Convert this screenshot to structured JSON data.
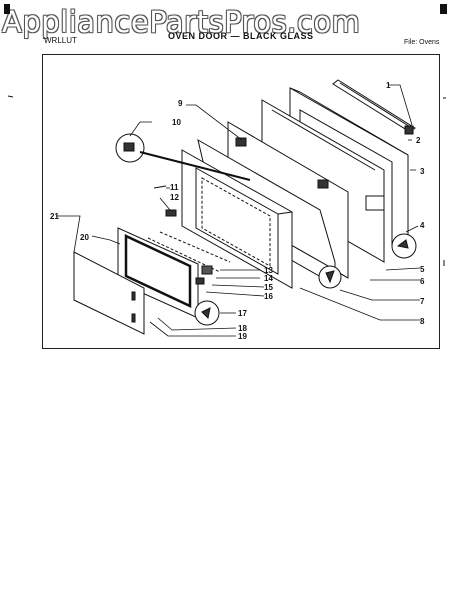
{
  "watermark": "AppliancePartsPros.com",
  "header": {
    "left": "WRLLUT",
    "center": "OVEN DOOR — BLACK GLASS",
    "right": "File: Ovens"
  },
  "parts": [
    {
      "n": "1"
    },
    {
      "n": "2"
    },
    {
      "n": "3"
    },
    {
      "n": "4"
    },
    {
      "n": "5"
    },
    {
      "n": "6"
    },
    {
      "n": "7"
    },
    {
      "n": "8"
    },
    {
      "n": "9"
    },
    {
      "n": "10"
    },
    {
      "n": "11"
    },
    {
      "n": "12"
    },
    {
      "n": "13"
    },
    {
      "n": "14"
    },
    {
      "n": "15"
    },
    {
      "n": "16"
    },
    {
      "n": "17"
    },
    {
      "n": "18"
    },
    {
      "n": "19"
    },
    {
      "n": "20"
    },
    {
      "n": "21"
    }
  ]
}
